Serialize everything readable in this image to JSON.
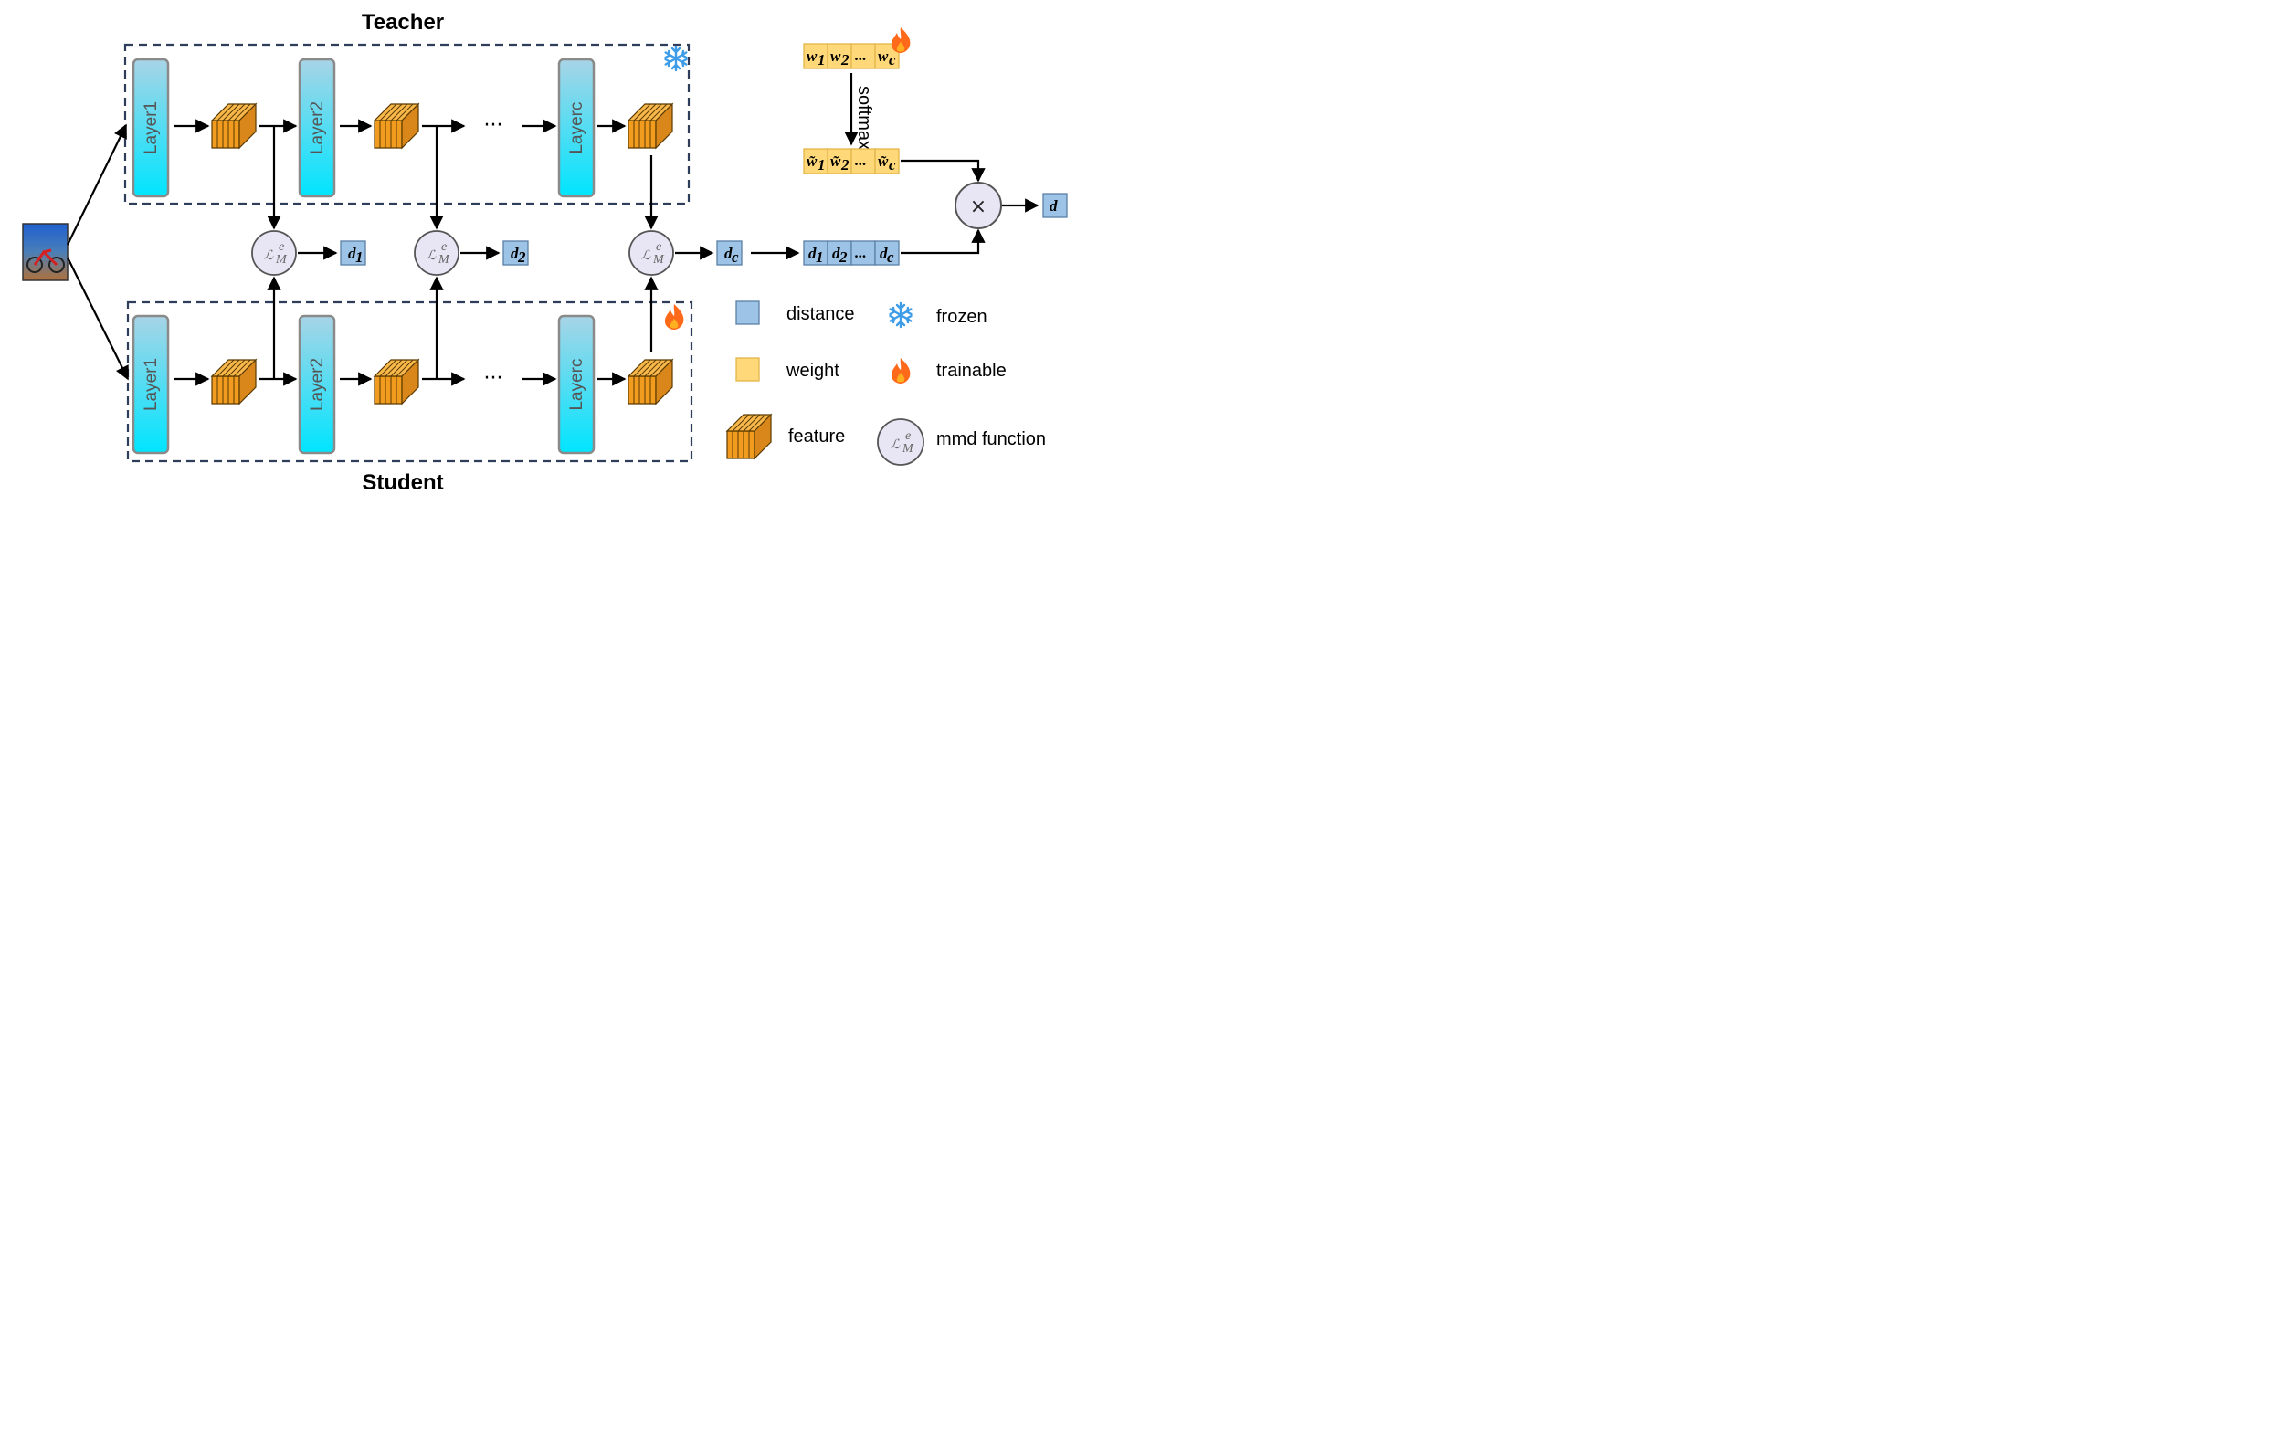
{
  "titles": {
    "teacher": "Teacher",
    "student": "Student"
  },
  "layers": [
    "Layer1",
    "Layer2",
    "Layerc"
  ],
  "ellipsis": "···",
  "mmd_symbol": "ℒ",
  "mmd_sup": "e",
  "mmd_sub": "M",
  "distances": [
    "d",
    "d",
    "d"
  ],
  "distance_subs": [
    "1",
    "2",
    "c"
  ],
  "distance_vector": [
    "d",
    "d",
    "...",
    "d"
  ],
  "distance_vector_subs": [
    "1",
    "2",
    "",
    "c"
  ],
  "weights": [
    "w",
    "w",
    "...",
    "w"
  ],
  "weights_subs": [
    "1",
    "2",
    "",
    "c"
  ],
  "norm_weights": [
    "w̃",
    "w̃",
    "...",
    "w̃"
  ],
  "norm_weights_subs": [
    "1",
    "2",
    "",
    "c"
  ],
  "softmax_label": "softmax",
  "multiply_symbol": "×",
  "output": "d",
  "legend": {
    "distance": "distance",
    "weight": "weight",
    "feature": "feature",
    "mmd": "mmd function",
    "frozen": "frozen",
    "trainable": "trainable"
  },
  "colors": {
    "layer_top": "#a8d4e6",
    "layer_bottom": "#00e5ff",
    "feature": "#f29c1f",
    "distance": "#9dc3e6",
    "weight": "#ffd87a",
    "mmd_fill": "#e8e6f5",
    "frozen": "#3d9ce8",
    "trainable": "#ff6a1a"
  }
}
